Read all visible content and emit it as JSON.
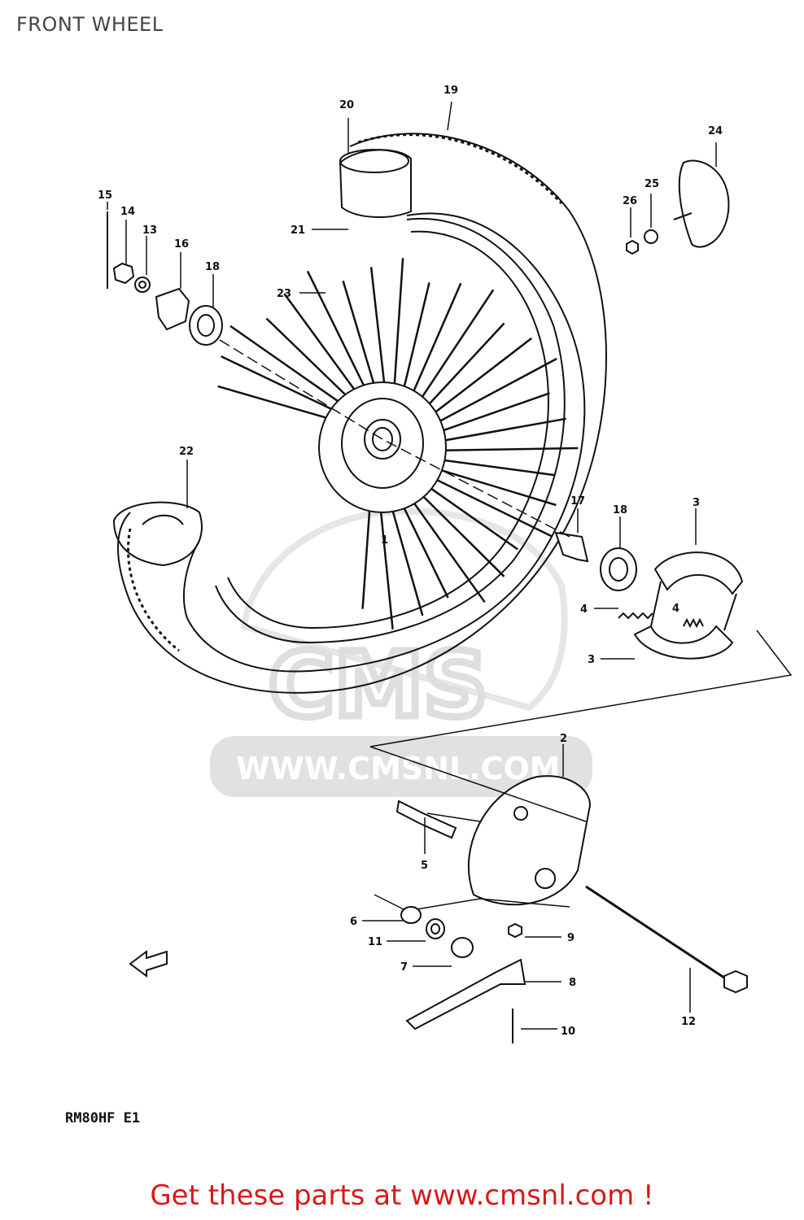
{
  "title": "FRONT WHEEL",
  "model_code": "RM80HF E1",
  "cta_text": "Get these parts at www.cmsnl.com !",
  "watermark": {
    "logo_text": "CMS",
    "url_text": "WWW.CMSNL.COM"
  },
  "colors": {
    "link": "#d81919",
    "line": "#111111",
    "watermark": "#dedede"
  },
  "callouts": {
    "c1": "1",
    "c2": "2",
    "c3a": "3",
    "c3b": "3",
    "c4a": "4",
    "c4b": "4",
    "c5": "5",
    "c6": "6",
    "c7": "7",
    "c8": "8",
    "c9": "9",
    "c10": "10",
    "c11": "11",
    "c12": "12",
    "c13": "13",
    "c14": "14",
    "c15": "15",
    "c16": "16",
    "c17": "17",
    "c18a": "18",
    "c18b": "18",
    "c19": "19",
    "c20": "20",
    "c21": "21",
    "c22": "22",
    "c23": "23",
    "c24": "24",
    "c25": "25",
    "c26": "26"
  }
}
